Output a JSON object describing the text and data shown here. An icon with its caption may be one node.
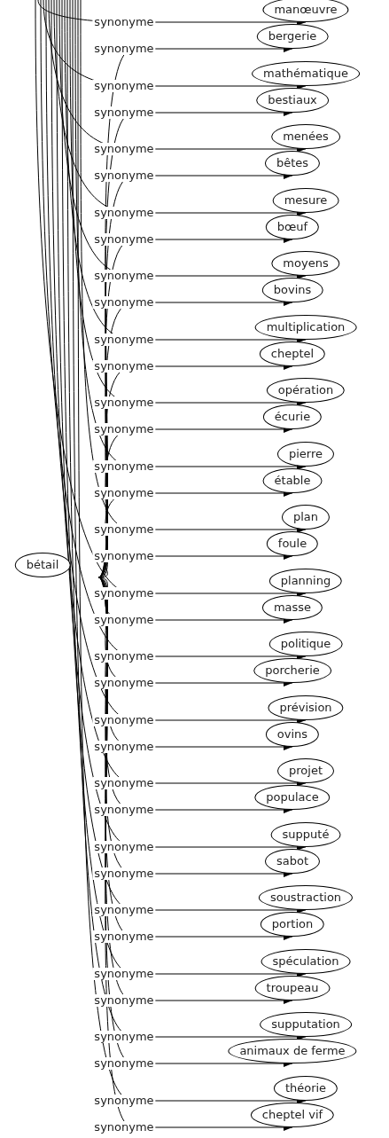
{
  "diagram": {
    "nodes": [
      {
        "text": [
          "bétail"
        ]
      },
      {
        "text": [
          "manœuvre"
        ]
      },
      {
        "text": [
          "bergerie"
        ]
      },
      {
        "text": [
          "mathématique"
        ]
      },
      {
        "text": [
          "bestiaux"
        ]
      },
      {
        "text": [
          "menées"
        ]
      },
      {
        "text": [
          "bêtes"
        ]
      },
      {
        "text": [
          "mesure"
        ]
      },
      {
        "text": [
          "bœuf"
        ]
      },
      {
        "text": [
          "moyens"
        ]
      },
      {
        "text": [
          "bovins"
        ]
      },
      {
        "text": [
          "multiplication"
        ]
      },
      {
        "text": [
          "cheptel"
        ]
      },
      {
        "text": [
          "opération"
        ]
      },
      {
        "text": [
          "écurie"
        ]
      },
      {
        "text": [
          "pierre"
        ]
      },
      {
        "text": [
          "étable"
        ]
      },
      {
        "text": [
          "plan"
        ]
      },
      {
        "text": [
          "foule"
        ]
      },
      {
        "text": [
          "planning"
        ]
      },
      {
        "text": [
          "masse"
        ]
      },
      {
        "text": [
          "politique"
        ]
      },
      {
        "text": [
          "porcherie"
        ]
      },
      {
        "text": [
          "prévision"
        ]
      },
      {
        "text": [
          "ovins"
        ]
      },
      {
        "text": [
          "projet"
        ]
      },
      {
        "text": [
          "populace"
        ]
      },
      {
        "text": [
          "supputé"
        ]
      },
      {
        "text": [
          "sabot"
        ]
      },
      {
        "text": [
          "soustraction"
        ]
      },
      {
        "text": [
          "portion"
        ]
      },
      {
        "text": [
          "spéculation"
        ]
      },
      {
        "text": [
          "troupeau"
        ]
      },
      {
        "text": [
          "supputation"
        ]
      },
      {
        "text": [
          "animaux de ferme"
        ]
      },
      {
        "text": [
          "théorie"
        ]
      },
      {
        "text": [
          "cheptel vif"
        ]
      }
    ],
    "edges": [
      {
        "from": null,
        "to": 1,
        "arrow": "to",
        "label": "synonyme"
      },
      {
        "from": 0,
        "to": 2,
        "arrow": "to",
        "label": "synonyme"
      },
      {
        "from": null,
        "to": 3,
        "arrow": "to",
        "label": "synonyme"
      },
      {
        "from": 0,
        "to": 4,
        "arrow": "to",
        "label": "synonyme"
      },
      {
        "from": null,
        "to": 5,
        "arrow": "to",
        "label": "synonyme"
      },
      {
        "from": 0,
        "to": 6,
        "arrow": "to",
        "label": "synonyme"
      },
      {
        "from": null,
        "to": 7,
        "arrow": "to",
        "label": "synonyme"
      },
      {
        "from": 0,
        "to": 8,
        "arrow": "to",
        "label": "synonyme"
      },
      {
        "from": null,
        "to": 9,
        "arrow": "to",
        "label": "synonyme"
      },
      {
        "from": 0,
        "to": 10,
        "arrow": "to",
        "label": "synonyme"
      },
      {
        "from": null,
        "to": 11,
        "arrow": "to",
        "label": "synonyme"
      },
      {
        "from": 0,
        "to": 12,
        "arrow": "to",
        "label": "synonyme"
      },
      {
        "from": null,
        "to": 13,
        "arrow": "to",
        "label": "synonyme"
      },
      {
        "from": 0,
        "to": 14,
        "arrow": "to",
        "label": "synonyme"
      },
      {
        "from": null,
        "to": 15,
        "arrow": "to",
        "label": "synonyme"
      },
      {
        "from": 0,
        "to": 16,
        "arrow": "to",
        "label": "synonyme"
      },
      {
        "from": null,
        "to": 17,
        "arrow": "to",
        "label": "synonyme"
      },
      {
        "from": 0,
        "to": 18,
        "arrow": "to",
        "label": "synonyme"
      },
      {
        "from": null,
        "to": 19,
        "arrow": "to",
        "label": "synonyme"
      },
      {
        "from": 0,
        "to": 20,
        "arrow": "to",
        "label": "synonyme"
      },
      {
        "from": null,
        "to": 21,
        "arrow": "to",
        "label": "synonyme"
      },
      {
        "from": 0,
        "to": 22,
        "arrow": "to",
        "label": "synonyme"
      },
      {
        "from": null,
        "to": 23,
        "arrow": "to",
        "label": "synonyme"
      },
      {
        "from": 0,
        "to": 24,
        "arrow": "to",
        "label": "synonyme"
      },
      {
        "from": null,
        "to": 25,
        "arrow": "to",
        "label": "synonyme"
      },
      {
        "from": 0,
        "to": 26,
        "arrow": "to",
        "label": "synonyme"
      },
      {
        "from": null,
        "to": 27,
        "arrow": "to",
        "label": "synonyme"
      },
      {
        "from": 0,
        "to": 28,
        "arrow": "to",
        "label": "synonyme"
      },
      {
        "from": null,
        "to": 29,
        "arrow": "to",
        "label": "synonyme"
      },
      {
        "from": 0,
        "to": 30,
        "arrow": "to",
        "label": "synonyme"
      },
      {
        "from": null,
        "to": 31,
        "arrow": "to",
        "label": "synonyme"
      },
      {
        "from": 0,
        "to": 32,
        "arrow": "to",
        "label": "synonyme"
      },
      {
        "from": null,
        "to": 33,
        "arrow": "to",
        "label": "synonyme"
      },
      {
        "from": 0,
        "to": 34,
        "arrow": "to",
        "label": "synonyme"
      },
      {
        "from": null,
        "to": 35,
        "arrow": "to",
        "label": "synonyme"
      },
      {
        "from": 0,
        "to": 36,
        "arrow": "to",
        "label": "synonyme"
      }
    ]
  }
}
